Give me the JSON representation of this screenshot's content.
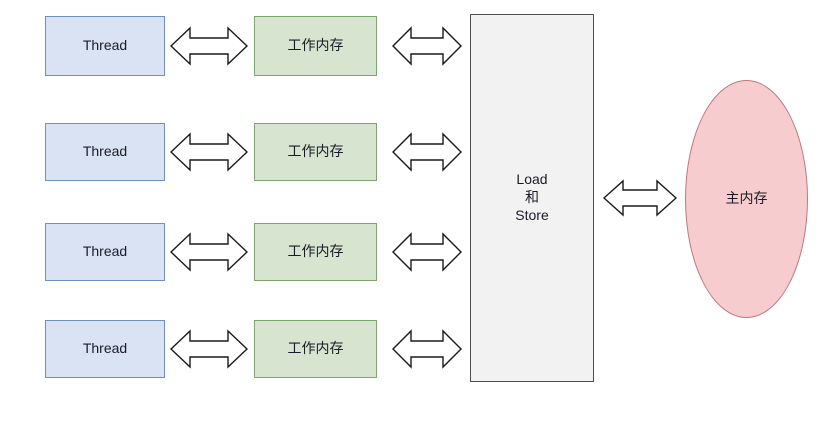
{
  "diagram": {
    "title": "Java Memory Model: threads, working memory, load/store, main memory",
    "background_color": "#ffffff",
    "colors": {
      "thread_fill": "#dae3f3",
      "thread_stroke": "#6f8fc0",
      "working_memory_fill": "#d6e4d0",
      "working_memory_stroke": "#7ba670",
      "load_store_fill": "#f2f2f2",
      "load_store_stroke": "#4d4d4d",
      "main_memory_fill": "#f6ccce",
      "main_memory_stroke": "#c0777b",
      "arrow_stroke": "#1a1a1a",
      "arrow_fill": "#ffffff"
    },
    "rows": [
      {
        "thread_label": "Thread",
        "working_memory_label": "工作内存"
      },
      {
        "thread_label": "Thread",
        "working_memory_label": "工作内存"
      },
      {
        "thread_label": "Thread",
        "working_memory_label": "工作内存"
      },
      {
        "thread_label": "Thread",
        "working_memory_label": "工作内存"
      }
    ],
    "load_store": {
      "label": "Load\n和\nStore"
    },
    "main_memory": {
      "label": "主内存"
    },
    "arrows": {
      "thread_to_working_memory": "double-headed-arrow",
      "working_memory_to_load_store": "double-headed-arrow",
      "load_store_to_main_memory": "double-headed-arrow"
    }
  }
}
